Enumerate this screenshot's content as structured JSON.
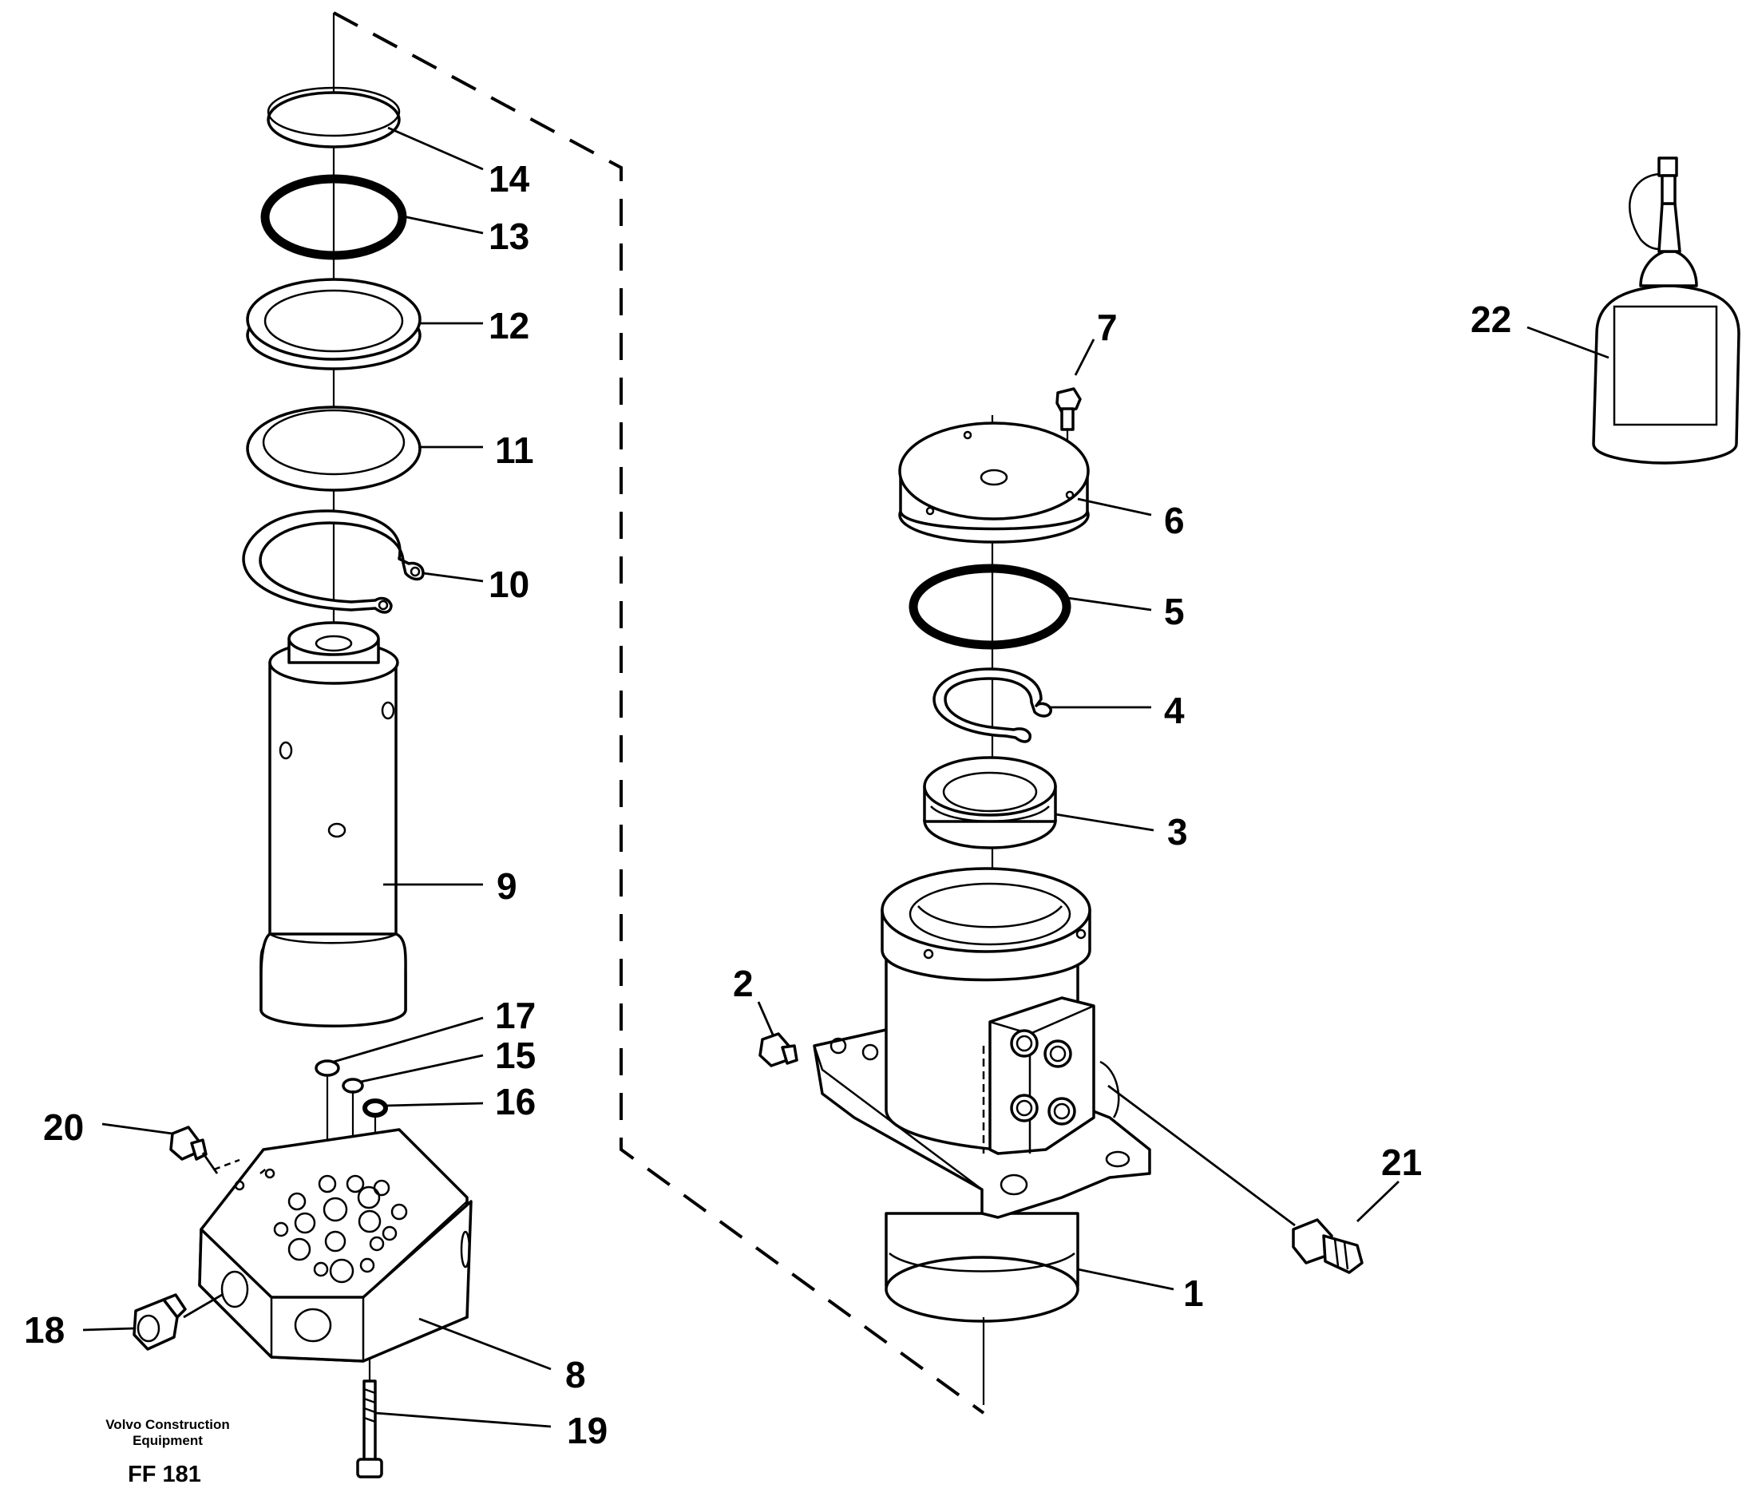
{
  "diagram": {
    "callouts": [
      "1",
      "2",
      "3",
      "4",
      "5",
      "6",
      "7",
      "8",
      "9",
      "10",
      "11",
      "12",
      "13",
      "14",
      "15",
      "16",
      "17",
      "18",
      "19",
      "20",
      "21",
      "22"
    ],
    "credit_line1": "Volvo Construction",
    "credit_line2": "Equipment",
    "figure_code": "FF 181"
  }
}
